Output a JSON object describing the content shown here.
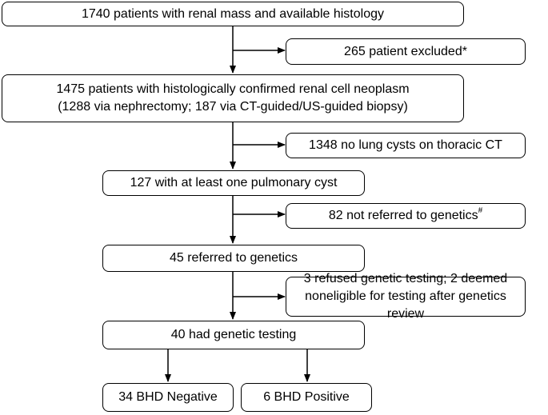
{
  "boxes": {
    "total": "1740 patients with renal mass and available histology",
    "excluded": "265 patient excluded*",
    "confirmed": {
      "line1": "1475 patients with histologically confirmed renal cell neoplasm",
      "line2": "(1288 via nephrectomy; 187 via CT-guided/US-guided biopsy)"
    },
    "no_cysts": "1348 no lung cysts on thoracic CT",
    "with_cyst": "127 with at least one pulmonary cyst",
    "not_referred": {
      "text": "82 not referred to genetics",
      "marker": "#"
    },
    "referred": "45 referred to genetics",
    "refused": {
      "line1": "3 refused genetic testing; 2 deemed",
      "line2": "noneligible for testing after genetics review"
    },
    "tested": "40 had genetic testing",
    "bhd_negative": "34 BHD Negative",
    "bhd_positive": "6 BHD Positive"
  }
}
